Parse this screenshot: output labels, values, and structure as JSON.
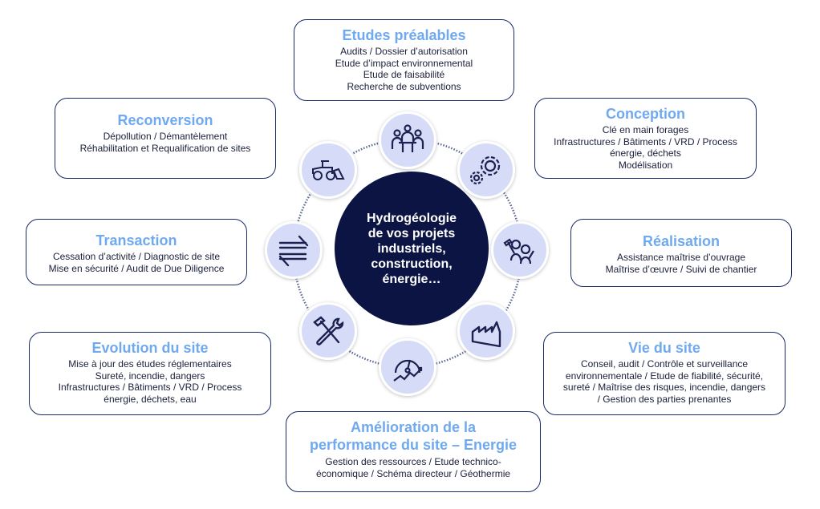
{
  "center": {
    "lines": [
      "Hydrogéologie",
      "de vos projets",
      "industriels,",
      "construction,",
      "énergie…"
    ]
  },
  "boxes": {
    "etudes": {
      "title": "Etudes préalables",
      "lines": [
        "Audits / Dossier d’autorisation",
        "Etude d’impact environnemental",
        "Etude de faisabilité",
        "Recherche de subventions"
      ]
    },
    "conception": {
      "title": "Conception",
      "lines": [
        "Clé en main forages",
        "Infrastructures / Bâtiments / VRD / Process",
        "énergie, déchets",
        "Modélisation"
      ]
    },
    "realisation": {
      "title": "Réalisation",
      "lines": [
        "Assistance maîtrise d’ouvrage",
        "Maîtrise d’œuvre / Suivi de chantier"
      ]
    },
    "vie": {
      "title": "Vie du site",
      "lines": [
        "Conseil, audit / Contrôle et surveillance",
        "environnementale / Etude de fiabilité, sécurité,",
        "sureté / Maîtrise des risques, incendie, dangers",
        "/ Gestion des parties prenantes"
      ]
    },
    "amelioration": {
      "title_lines": [
        "Amélioration de la",
        "performance du site – Energie"
      ],
      "lines": [
        "Gestion des ressources / Etude technico-",
        "économique / Schéma directeur / Géothermie"
      ]
    },
    "evolution": {
      "title": "Evolution du site",
      "lines": [
        "Mise à jour des études réglementaires",
        "Sureté, incendie, dangers",
        "Infrastructures / Bâtiments / VRD / Process",
        "énergie, déchets, eau"
      ]
    },
    "transaction": {
      "title": "Transaction",
      "lines": [
        "Cessation d’activité / Diagnostic de site",
        "Mise en sécurité / Audit de Due Diligence"
      ]
    },
    "reconversion": {
      "title": "Reconversion",
      "lines": [
        "Dépollution / Démantèlement",
        "Réhabilitation et Requalification de sites"
      ]
    }
  },
  "colors": {
    "title": "#6fa9ef",
    "border": "#1b2a66",
    "center": "#0c1444",
    "icon_bg": "#d6dcf8"
  }
}
